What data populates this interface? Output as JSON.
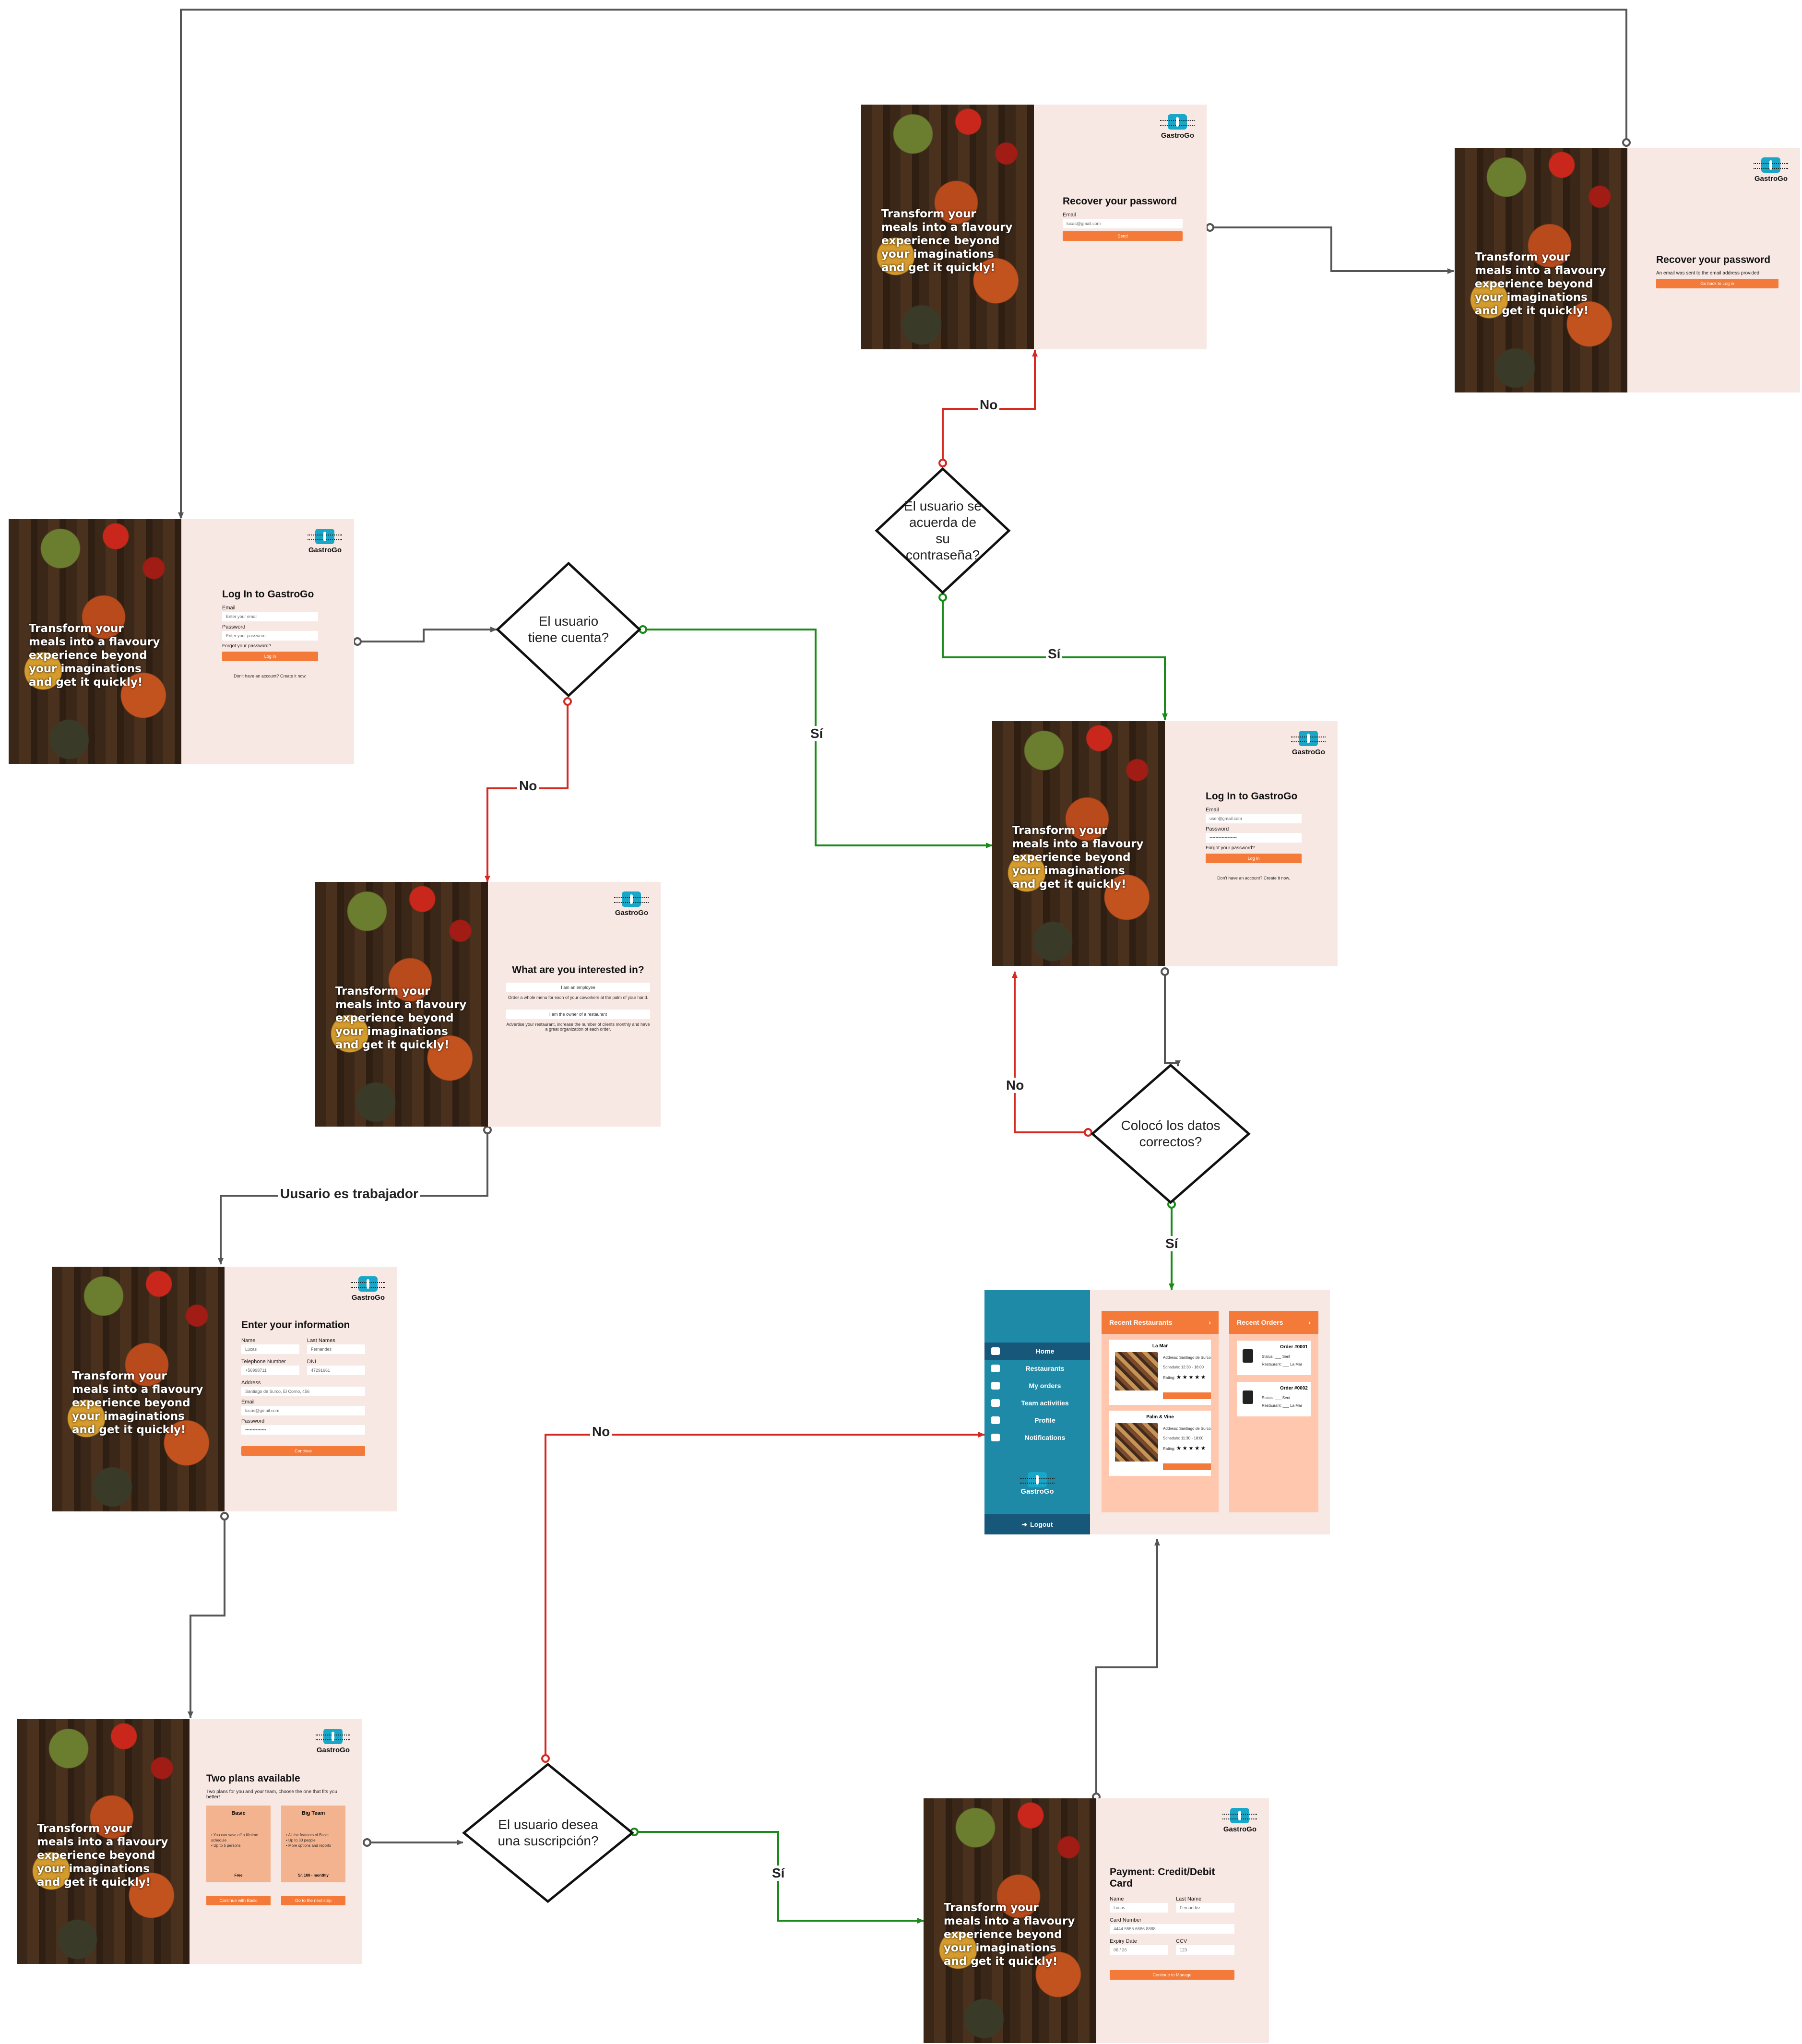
{
  "brand": "GastroGo",
  "tagline": "Transform your meals into a flavoury experience beyond your imaginations and get it quickly!",
  "login1": {
    "title": "Log In to GastroGo",
    "email_label": "Email",
    "email_value": "Enter your email",
    "password_label": "Password",
    "password_value": "Enter your password",
    "forgot": "Forgot your password?",
    "button": "Log in",
    "signup": "Don't have an account? Create it now."
  },
  "login2": {
    "title": "Log In to GastroGo",
    "email_label": "Email",
    "email_value": "user@gmail.com",
    "password_label": "Password",
    "password_value": "••••••••••••••••••",
    "forgot": "Forgot your password?",
    "button": "Log in",
    "signup": "Don't have an account? Create it now."
  },
  "recover1": {
    "title": "Recover your password",
    "email_label": "Email",
    "email_value": "lucas@gmail.com",
    "button": "Send"
  },
  "recover2": {
    "title": "Recover your password",
    "message": "An email was sent to the email address provided",
    "button": "Go back to Log in"
  },
  "interest": {
    "title": "What are you interested in?",
    "option1": "I am an employee",
    "option1_desc": "Order a whole menu for each of your coworkers at the palm of your hand.",
    "option2": "I am the owner of a restaurant",
    "option2_desc": "Advertise your restaurant, increase the number of clients monthly and have a great organization of each order."
  },
  "register": {
    "title": "Enter your information",
    "name_label": "Name",
    "name_value": "Lucas",
    "lastname_label": "Last Names",
    "lastname_value": "Fernandez",
    "phone_label": "Telephone Number",
    "phone_value": "+56998711",
    "dni_label": "DNI",
    "dni_value": "47291661",
    "address_label": "Address",
    "address_value": "Santiago de Surco, El Corno, 456",
    "email_label": "Email",
    "email_value": "lucas@gmail.com",
    "password_label": "Password",
    "password_value": "••••••••••••••",
    "button": "Continue"
  },
  "plans": {
    "title": "Two plans available",
    "desc": "Two plans for you and your team, choose the one that fits you better!",
    "basic": {
      "name": "Basic",
      "bullets": "• You can save off a lifetime schedule\n• Up to 5 persons",
      "price": "Free",
      "button": "Continue with Basic"
    },
    "team": {
      "name": "Big Team",
      "bullets": "• All the features of Basic\n• Up to 30 people\n• More options and reports",
      "price": "S/. 100 - monthly",
      "button": "Go to the next step"
    }
  },
  "payment": {
    "title": "Payment: Credit/Debit Card",
    "name_label": "Name",
    "name_value": "Lucas",
    "lastname_label": "Last Name",
    "lastname_value": "Fernandez",
    "card_label": "Card Number",
    "card_value": "4444 5555 6666 8888",
    "expiry_label": "Expiry Date",
    "expiry_value": "06 / 26",
    "ccv_label": "CCV",
    "ccv_value": "123",
    "button": "Continue to Manage"
  },
  "dashboard": {
    "menu": [
      "Home",
      "Restaurants",
      "My orders",
      "Team activities",
      "Profile",
      "Notifications"
    ],
    "logout": "Logout",
    "recent_restaurants": "Recent Restaurants",
    "recent_orders": "Recent Orders",
    "restaurants": [
      {
        "name": "La Mar",
        "address": "Santiago de Surco",
        "schedule": "12:30 - 16:00",
        "rating_label": "Rating:",
        "stars": "★★★★★"
      },
      {
        "name": "Palm & Vine",
        "address": "Santiago de Surco",
        "schedule": "11:30 - 18:00",
        "rating_label": "Rating:",
        "stars": "★★★★★"
      }
    ],
    "orders": [
      {
        "name": "Order #0001",
        "line1": "Status: ___ Sent",
        "line2": "Restaurant: ___ La Mar"
      },
      {
        "name": "Order #0002",
        "line1": "Status: ___ Sent",
        "line2": "Restaurant: ___ La Mar"
      }
    ],
    "address_label": "Address:",
    "schedule_label": "Schedule:"
  },
  "decisions": {
    "d1": "El usuario tiene cuenta?",
    "d2": "El usuario se acuerda de su contraseña?",
    "d3": "Colocó los datos correctos?",
    "d4": "El usuario desea una suscripción?"
  },
  "edges": {
    "no": "No",
    "si": "Sí",
    "worker": "Uusario es trabajador"
  },
  "colors": {
    "yes": "#1a8a1a",
    "no": "#d42a22",
    "neutral": "#555555",
    "accent": "#f47a3a",
    "sidebar": "#1f8aa8"
  }
}
